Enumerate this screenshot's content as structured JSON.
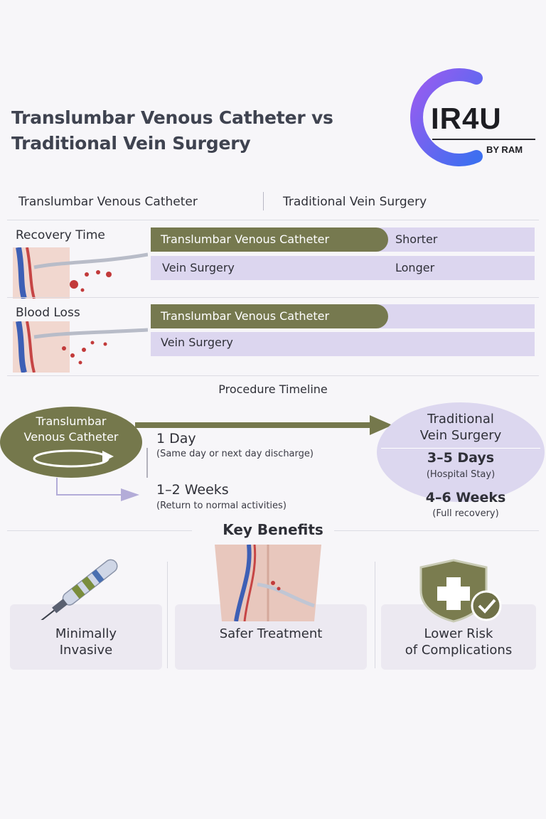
{
  "header": {
    "title_line1": "Translumbar Venous Catheter vs",
    "title_line2": "Traditional Vein Surgery",
    "logo_main": "IR4U",
    "logo_sub": "BY RAM"
  },
  "columns": {
    "left": "Translumbar Venous Catheter",
    "right": "Traditional Vein Surgery"
  },
  "recovery": {
    "label": "Recovery Time",
    "bar1_label": "Translumbar Venous Catheter",
    "bar1_value": "Shorter",
    "bar2_label": "Vein Surgery",
    "bar2_value": "Longer"
  },
  "blood_loss": {
    "label": "Blood Loss",
    "bar1_label": "Translumbar Venous Catheter",
    "bar2_label": "Vein Surgery"
  },
  "timeline": {
    "title": "Procedure Timeline",
    "left_oval_line1": "Translumbar",
    "left_oval_line2": "Venous Catheter",
    "step1_big": "1 Day",
    "step1_small": "(Same day or next day discharge)",
    "step2_big": "1–2 Weeks",
    "step2_small": "(Return to normal activities)",
    "right_oval_line1": "Traditional",
    "right_oval_line2": "Vein Surgery",
    "right1_big": "3–5 Days",
    "right1_small": "(Hospital Stay)",
    "right2_big": "4–6 Weeks",
    "right2_small": "(Full recovery)"
  },
  "benefits": {
    "title": "Key Benefits",
    "b1_line1": "Minimally",
    "b1_line2": "Invasive",
    "b2_line1": "Safer Treatment",
    "b3_line1": "Lower Risk",
    "b3_line2": "of Complications"
  },
  "colors": {
    "olive": "#76794f",
    "lavender": "#dcd6ef",
    "logo_gradient_start": "#8a5cf0",
    "logo_gradient_end": "#3f6ff0"
  }
}
